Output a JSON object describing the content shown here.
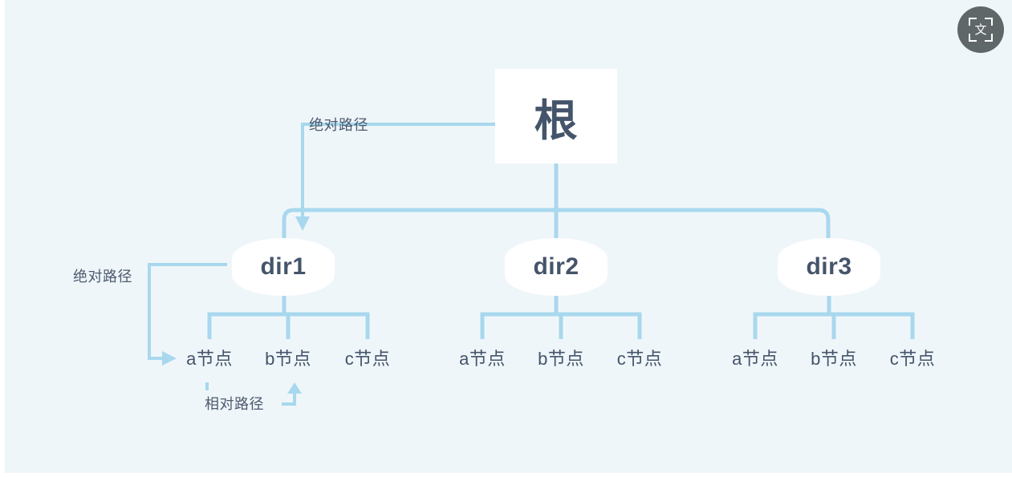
{
  "canvas": {
    "background_color": "#eff6fa",
    "connector_color": "#a8d8ed",
    "node_text_color": "#44546a",
    "node_fill_color": "#ffffff"
  },
  "diagram": {
    "type": "tree",
    "root": {
      "label": "根"
    },
    "directories": [
      {
        "label": "dir1"
      },
      {
        "label": "dir2"
      },
      {
        "label": "dir3"
      }
    ],
    "leaves": [
      {
        "parent": "dir1",
        "label": "a节点"
      },
      {
        "parent": "dir1",
        "label": "b节点"
      },
      {
        "parent": "dir1",
        "label": "c节点"
      },
      {
        "parent": "dir2",
        "label": "a节点"
      },
      {
        "parent": "dir2",
        "label": "b节点"
      },
      {
        "parent": "dir2",
        "label": "c节点"
      },
      {
        "parent": "dir3",
        "label": "a节点"
      },
      {
        "parent": "dir3",
        "label": "b节点"
      },
      {
        "parent": "dir3",
        "label": "c节点"
      }
    ],
    "annotations": [
      {
        "id": "absolute-path-root",
        "label": "绝对路径",
        "from": "根",
        "to": "dir1"
      },
      {
        "id": "absolute-path-dir1",
        "label": "绝对路径",
        "from": "dir1",
        "to": "a节点"
      },
      {
        "id": "relative-path-dir1",
        "label": "相对路径",
        "from": "a节点",
        "to": "b节点"
      }
    ]
  },
  "toolbar": {
    "translate_button": {
      "icon": "translate-scan-icon",
      "glyph": "文"
    }
  }
}
